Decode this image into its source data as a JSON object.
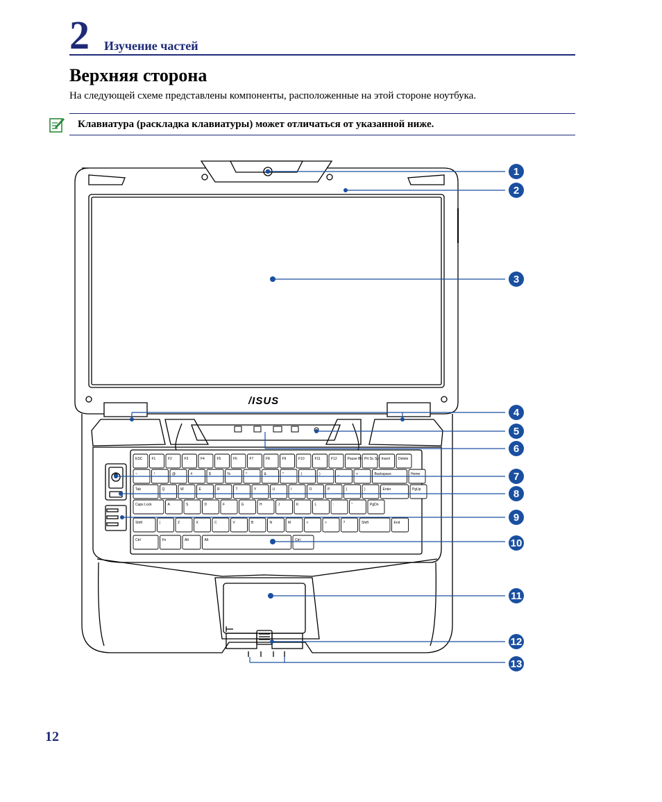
{
  "header": {
    "chapter_number": "2",
    "chapter_title": "Изучение частей"
  },
  "section": {
    "heading": "Верхняя сторона",
    "intro": "На следующей схеме представлены компоненты, расположенные на этой стороне ноутбука."
  },
  "note": {
    "icon": "note-pencil-icon",
    "text": "Клавиатура (раскладка клавиатуры) может отличаться от указанной ниже."
  },
  "diagram": {
    "logo": "/ISUS",
    "callouts": [
      "1",
      "2",
      "3",
      "4",
      "5",
      "6",
      "7",
      "8",
      "9",
      "10",
      "11",
      "12",
      "13"
    ],
    "keys": {
      "row_f": [
        "ESC",
        "F1",
        "F2",
        "F3",
        "F4",
        "F5",
        "F6",
        "F7",
        "F8",
        "F9",
        "F10",
        "F11",
        "F12",
        "Pause Break",
        "Prt Sc SysRq",
        "Insert",
        "Delete"
      ],
      "row_num": [
        "~",
        "!",
        "@",
        "#",
        "$",
        "%",
        "^",
        "&",
        "*",
        "(",
        ")",
        "_",
        "+",
        "Backspace",
        "Home"
      ],
      "row_q": [
        "Tab",
        "Q",
        "W",
        "E",
        "R",
        "T",
        "Y",
        "U",
        "I",
        "O",
        "P",
        "{",
        "}",
        "Enter",
        "PgUp"
      ],
      "row_a": [
        "Caps Lock",
        "A",
        "S",
        "D",
        "F",
        "G",
        "H",
        "J",
        "K",
        "L",
        ":",
        "\"",
        "PgDn"
      ],
      "row_z": [
        "Shift",
        "|",
        "Z",
        "X",
        "C",
        "V",
        "B",
        "N",
        "M",
        "<",
        ">",
        "?",
        "Shift",
        "End"
      ],
      "row_ctrl": [
        "Ctrl",
        "Fn",
        "Alt",
        "Alt",
        "Ctrl"
      ]
    }
  },
  "footer": {
    "page_number": "12"
  },
  "colors": {
    "brand_blue": "#1e2a78",
    "callout_blue": "#1a4fa0"
  }
}
